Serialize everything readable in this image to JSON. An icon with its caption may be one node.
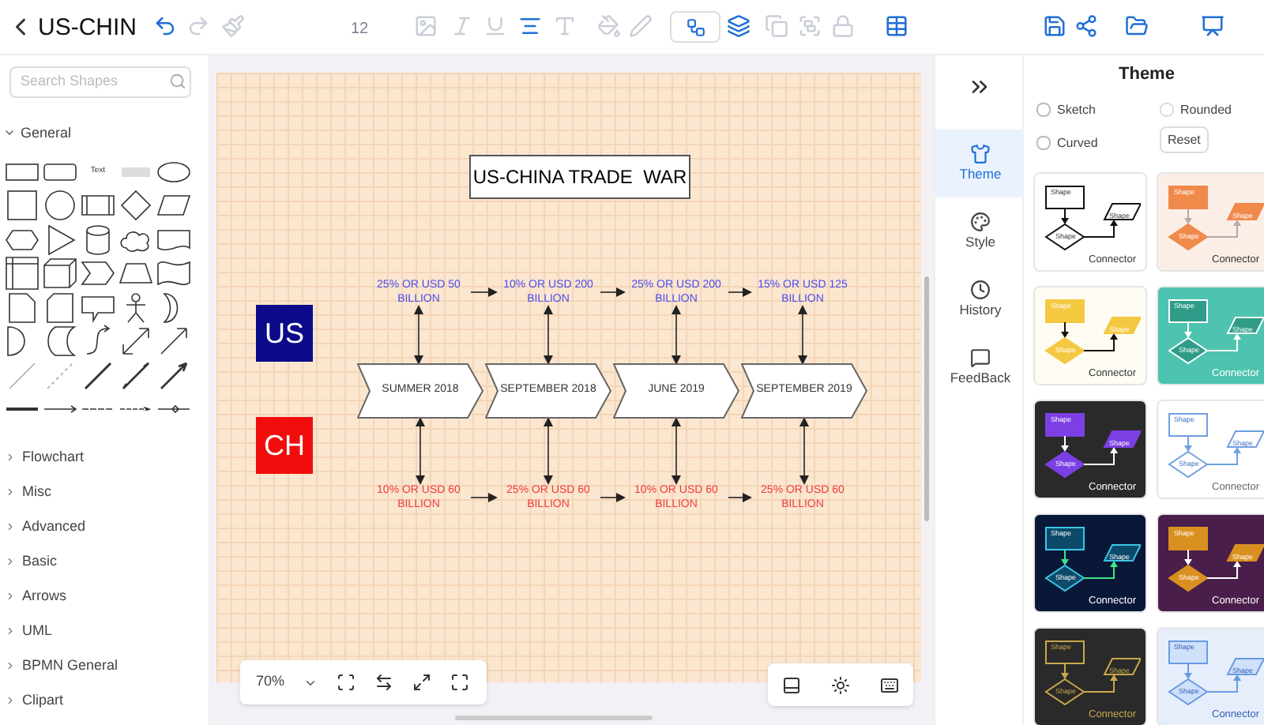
{
  "diagram": {
    "nodes": [
      {
        "text": [
          "US-CHINA TRADE  WAR"
        ]
      },
      {
        "text": [
          "US"
        ]
      },
      {
        "text": [
          "CH"
        ]
      },
      {
        "text": [
          "SUMMER 2018"
        ]
      },
      {
        "text": [
          "SEPTEMBER 2018"
        ]
      },
      {
        "text": [
          "JUNE 2019"
        ]
      },
      {
        "text": [
          "SEPTEMBER 2019"
        ]
      },
      {
        "text": [
          "25% OR USD 50 BILLION"
        ]
      },
      {
        "text": [
          "10% OR USD 200 BILLION"
        ]
      },
      {
        "text": [
          "25% OR USD 200 BILLION"
        ]
      },
      {
        "text": [
          "15% OR USD 125 BILLION"
        ]
      },
      {
        "text": [
          "10% OR USD 60 BILLION"
        ]
      },
      {
        "text": [
          "25% OR USD 60 BILLION"
        ]
      },
      {
        "text": [
          "10% OR USD 60 BILLION"
        ]
      },
      {
        "text": [
          "25% OR USD 60 BILLION"
        ]
      }
    ],
    "edges": [
      {
        "from": 7,
        "to": 8,
        "arrow": "to"
      },
      {
        "from": 8,
        "to": 9,
        "arrow": "to"
      },
      {
        "from": 9,
        "to": 10,
        "arrow": "to"
      },
      {
        "from": 7,
        "to": 3,
        "arrow": "both"
      },
      {
        "from": 8,
        "to": 4,
        "arrow": "both"
      },
      {
        "from": 9,
        "to": 5,
        "arrow": "both"
      },
      {
        "from": 10,
        "to": 6,
        "arrow": "both"
      },
      {
        "from": 3,
        "to": 11,
        "arrow": "both"
      },
      {
        "from": 4,
        "to": 12,
        "arrow": "both"
      },
      {
        "from": 5,
        "to": 13,
        "arrow": "both"
      },
      {
        "from": 6,
        "to": 14,
        "arrow": "both"
      },
      {
        "from": 11,
        "to": 12,
        "arrow": "to"
      },
      {
        "from": 12,
        "to": 13,
        "arrow": "to"
      },
      {
        "from": 13,
        "to": 14,
        "arrow": "to"
      }
    ],
    "labels": [
      "US-CHIN",
      "12",
      "Search Shapes",
      "General",
      "Text",
      "Flowchart",
      "Misc",
      "Advanced",
      "Basic",
      "Arrows",
      "UML",
      "BPMN General",
      "Clipart",
      "Theme",
      "Style",
      "History",
      "FeedBack",
      "Theme",
      "Sketch",
      "Rounded",
      "Curved",
      "Reset",
      "Shape",
      "Shape",
      "Shape",
      "Connector",
      "Shape",
      "Shape",
      "Shape",
      "Connector",
      "Shape",
      "Shape",
      "Shape",
      "Connector",
      "Shape",
      "Shape",
      "Shape",
      "Connector",
      "Shape",
      "Shape",
      "Shape",
      "Connector",
      "Shape",
      "Shape",
      "Shape",
      "Connector",
      "Shape",
      "Shape",
      "Shape",
      "Connector",
      "Shape",
      "Shape",
      "Shape",
      "Connector",
      "Shape",
      "Shape",
      "Shape",
      "Connector",
      "Shape",
      "Shape",
      "Shape",
      "Connector",
      "70%"
    ]
  }
}
